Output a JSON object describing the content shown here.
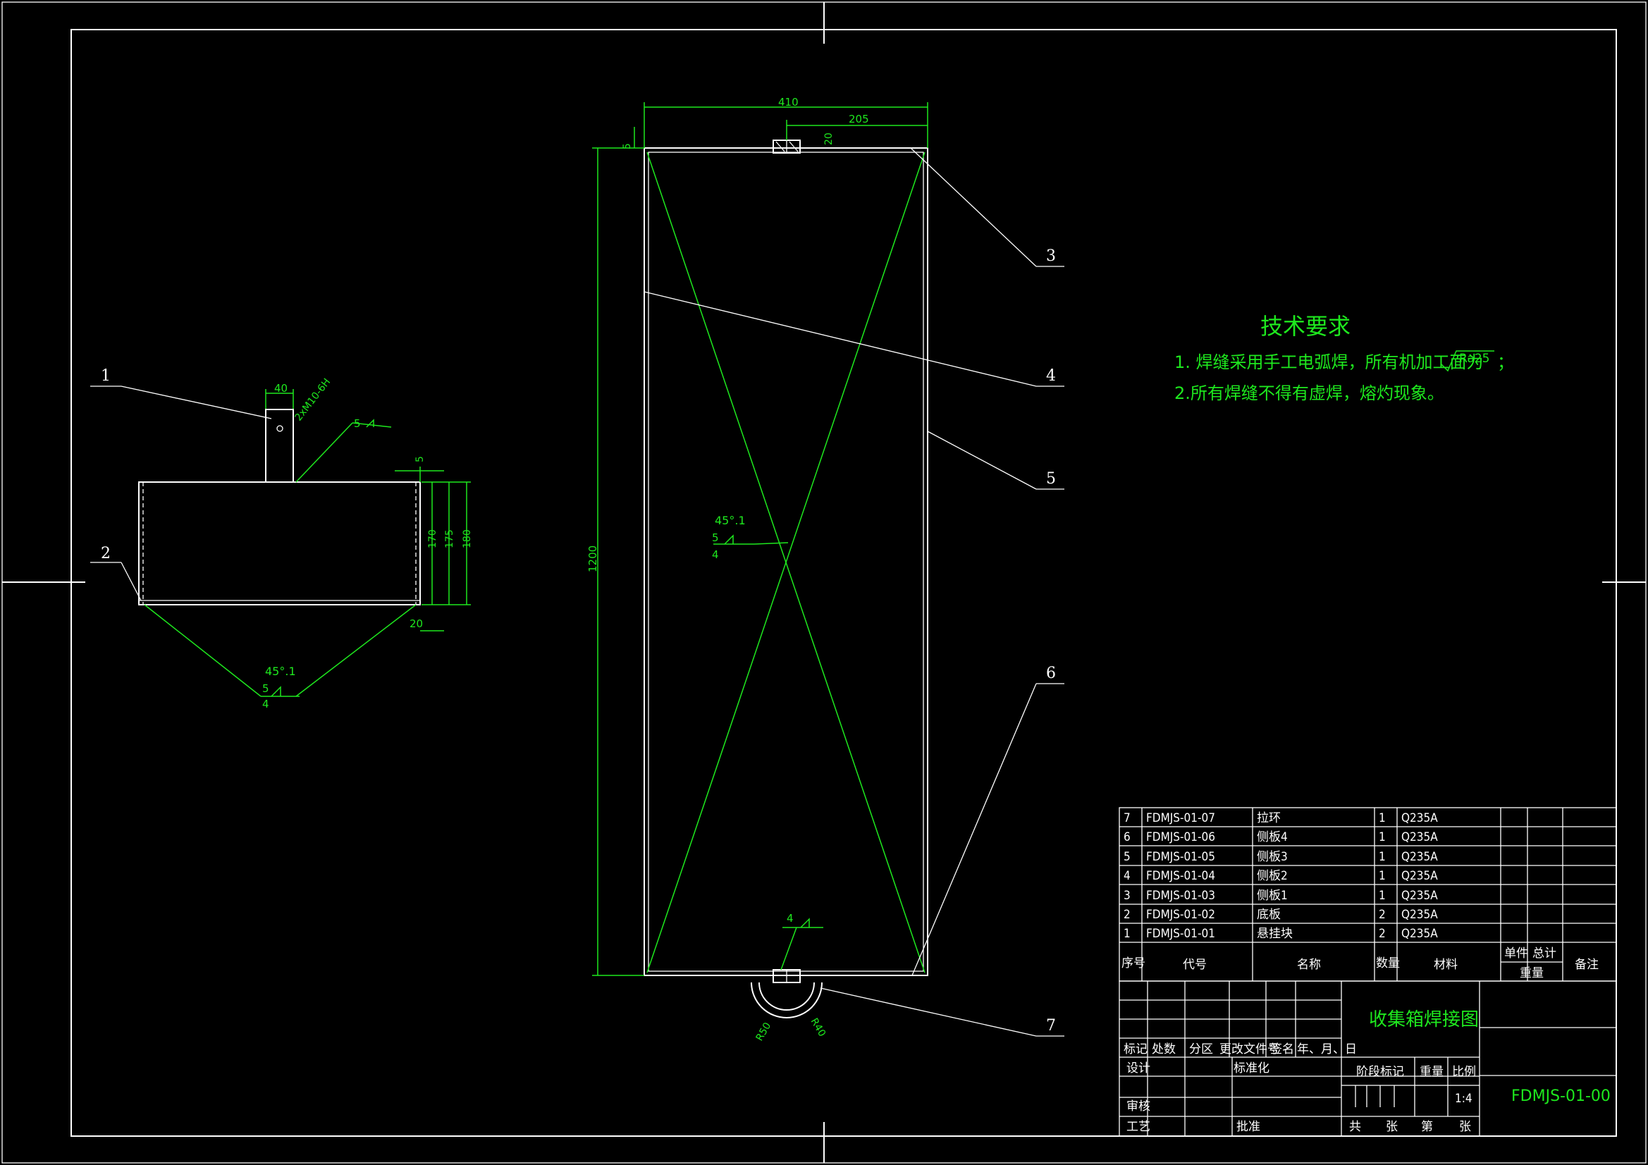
{
  "balloons": [
    "1",
    "2",
    "3",
    "4",
    "5",
    "6",
    "7"
  ],
  "dims": {
    "width_total": "410",
    "width_half": "205",
    "height_total": "1200",
    "top_gap": "5",
    "hook_gap": "20",
    "side_h1": "170",
    "side_h2": "175",
    "side_h3": "180",
    "side_top": "5",
    "side_bottom_gap": "20",
    "side_width": "40",
    "hole_label": "2xM10-6H",
    "ring_r1": "R50",
    "ring_r2": "R40"
  },
  "welds": {
    "hook_weld": "5",
    "side_angle": "45°.1",
    "side_5": "5",
    "side_4": "4",
    "main_angle": "45°.1",
    "main_5": "5",
    "main_4": "4",
    "ring_weld": "4"
  },
  "tech": {
    "title": "技术要求",
    "line1": "1. 焊缝采用手工电弧焊，所有机加工面为",
    "roughness": "Ra25",
    "line1_end": "；",
    "line2": "2.所有焊缝不得有虚焊，熔灼现象。"
  },
  "bom": {
    "rows": [
      {
        "no": "7",
        "code": "FDMJS-01-07",
        "name": "拉环",
        "qty": "1",
        "mat": "Q235A"
      },
      {
        "no": "6",
        "code": "FDMJS-01-06",
        "name": "侧板4",
        "qty": "1",
        "mat": "Q235A"
      },
      {
        "no": "5",
        "code": "FDMJS-01-05",
        "name": "侧板3",
        "qty": "1",
        "mat": "Q235A"
      },
      {
        "no": "4",
        "code": "FDMJS-01-04",
        "name": "侧板2",
        "qty": "1",
        "mat": "Q235A"
      },
      {
        "no": "3",
        "code": "FDMJS-01-03",
        "name": "侧板1",
        "qty": "1",
        "mat": "Q235A"
      },
      {
        "no": "2",
        "code": "FDMJS-01-02",
        "name": "底板",
        "qty": "2",
        "mat": "Q235A"
      },
      {
        "no": "1",
        "code": "FDMJS-01-01",
        "name": "悬挂块",
        "qty": "2",
        "mat": "Q235A"
      }
    ],
    "header": {
      "no": "序号",
      "code": "代号",
      "name": "名称",
      "qty": "数量",
      "mat": "材料",
      "unit": "单件",
      "total": "总计",
      "weight": "重量",
      "remark": "备注"
    }
  },
  "title_block": {
    "drawing_title": "收集箱焊接图",
    "drawing_no": "FDMJS-01-00",
    "mark": "标记",
    "count": "处数",
    "zone": "分区",
    "change_doc": "更改文件号",
    "sign": "签名",
    "date": "年、月、日",
    "design": "设计",
    "standardize": "标准化",
    "stage_mark": "阶段标记",
    "weight": "重量",
    "scale": "比例",
    "scale_val": "1:4",
    "review": "审核",
    "process": "工艺",
    "approve": "批准",
    "total_sheets": "共",
    "sheet_unit1": "张",
    "sheet_no": "第",
    "sheet_unit2": "张"
  }
}
